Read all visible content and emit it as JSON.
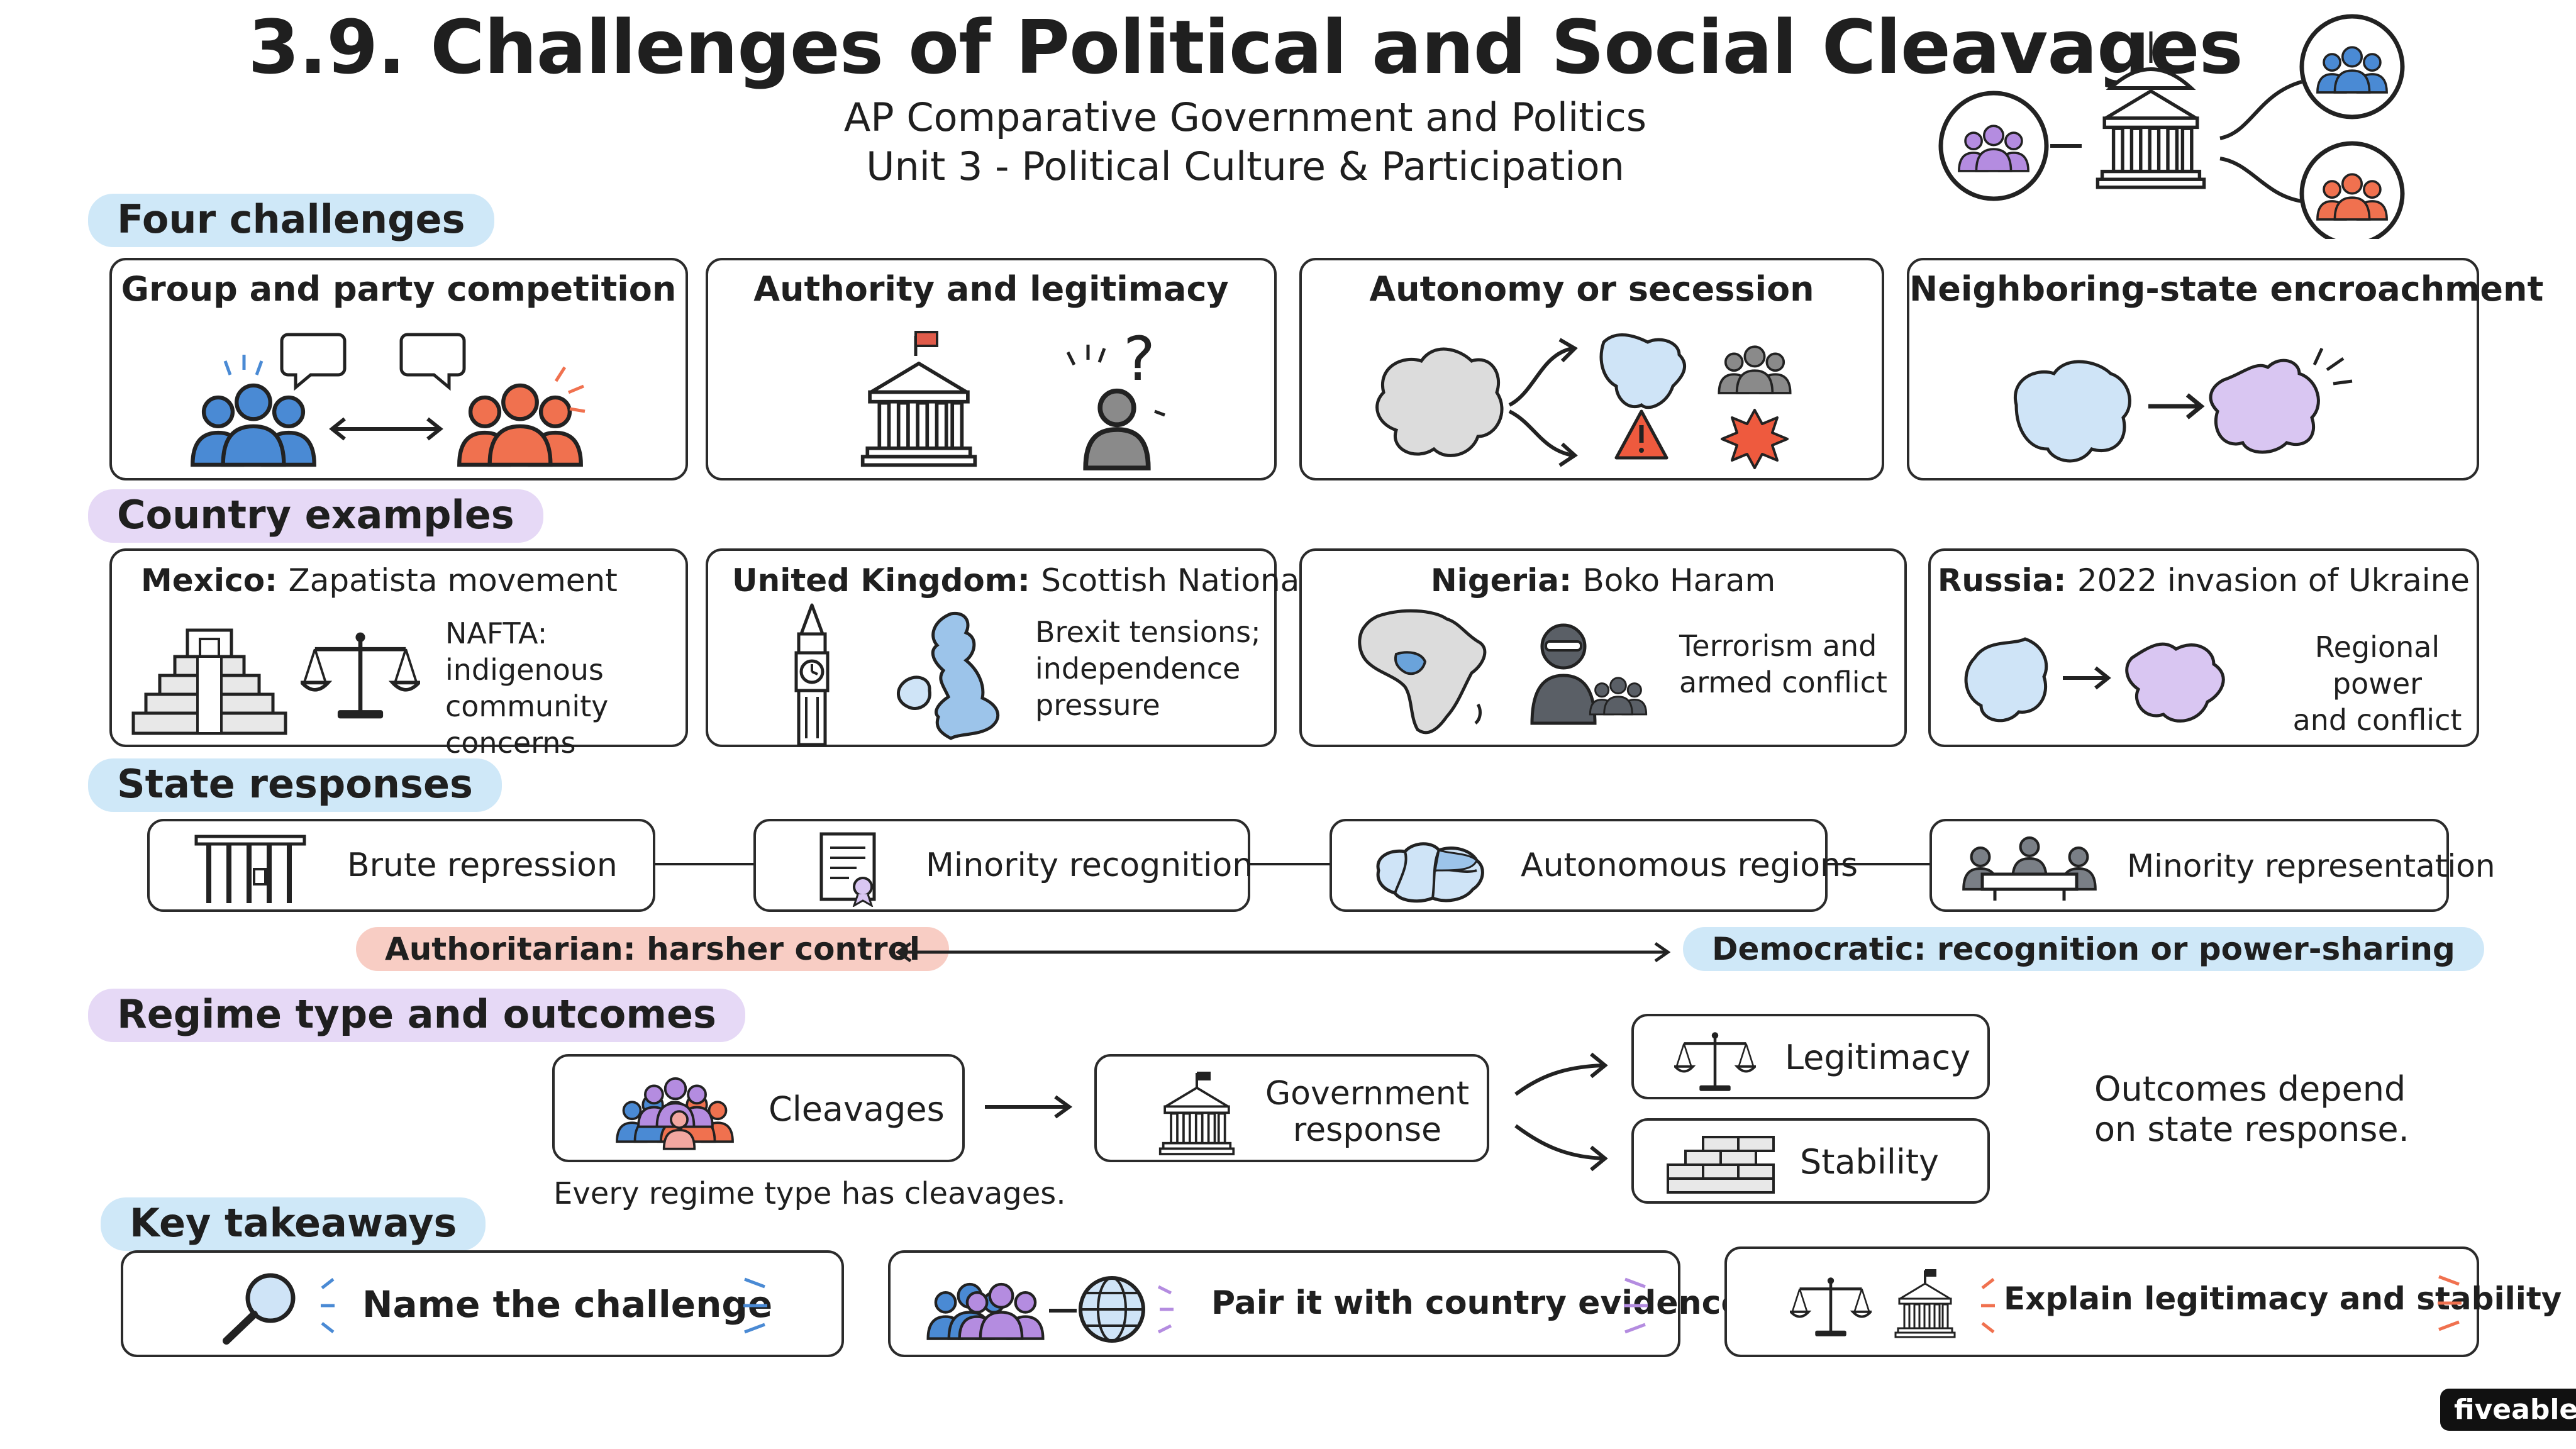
{
  "header": {
    "title": "3.9. Challenges of Political and Social Cleavages",
    "subtitle_line1": "AP Comparative Government and Politics",
    "subtitle_line2": "Unit 3 - Political Culture & Participation"
  },
  "sections": {
    "four_challenges": "Four challenges",
    "country_examples": "Country examples",
    "state_responses": "State responses",
    "regime_outcomes": "Regime type and outcomes",
    "key_takeaways": "Key takeaways"
  },
  "challenges": [
    {
      "title": "Group and party competition"
    },
    {
      "title": "Authority and legitimacy"
    },
    {
      "title": "Autonomy or secession"
    },
    {
      "title": "Neighboring-state encroachment"
    }
  ],
  "examples": [
    {
      "country": "Mexico:",
      "case": "Zapatista movement",
      "note_lines": [
        "NAFTA: indigenous",
        "community",
        "concerns"
      ]
    },
    {
      "country": "United Kingdom:",
      "case": "Scottish National Party",
      "note_lines": [
        "Brexit tensions;",
        "independence",
        "pressure"
      ]
    },
    {
      "country": "Nigeria:",
      "case": "Boko Haram",
      "note_lines": [
        "Terrorism and",
        "armed conflict"
      ]
    },
    {
      "country": "Russia:",
      "case": "2022 invasion of Ukraine",
      "note_lines": [
        "Regional power",
        "and conflict"
      ]
    }
  ],
  "responses": [
    {
      "label": "Brute repression"
    },
    {
      "label": "Minority recognition"
    },
    {
      "label": "Autonomous regions"
    },
    {
      "label": "Minority representation"
    }
  ],
  "spectrum": {
    "left": "Authoritarian: harsher control",
    "right": "Democratic: recognition or power-sharing"
  },
  "outcomes": {
    "cleavages": "Cleavages",
    "government_response_line1": "Government",
    "government_response_line2": "response",
    "legitimacy": "Legitimacy",
    "stability": "Stability",
    "caption": "Every regime type has cleavages.",
    "note_line1": "Outcomes depend",
    "note_line2": "on state response."
  },
  "takeaways": [
    {
      "label": "Name the challenge"
    },
    {
      "label": "Pair it with country evidence"
    },
    {
      "label": "Explain legitimacy and stability"
    }
  ],
  "brand": "fiveable",
  "colors": {
    "blue_group": "#4a8ad4",
    "red_group": "#f0714f",
    "purple_group": "#b48ce0",
    "map_blue": "#cfe4f7",
    "map_purple": "#d9c6f2",
    "warning": "#ee5a3e",
    "highlight_blue": "#cfe8f8",
    "highlight_purple": "#e6d9f6",
    "highlight_red": "#f8cdc4"
  }
}
